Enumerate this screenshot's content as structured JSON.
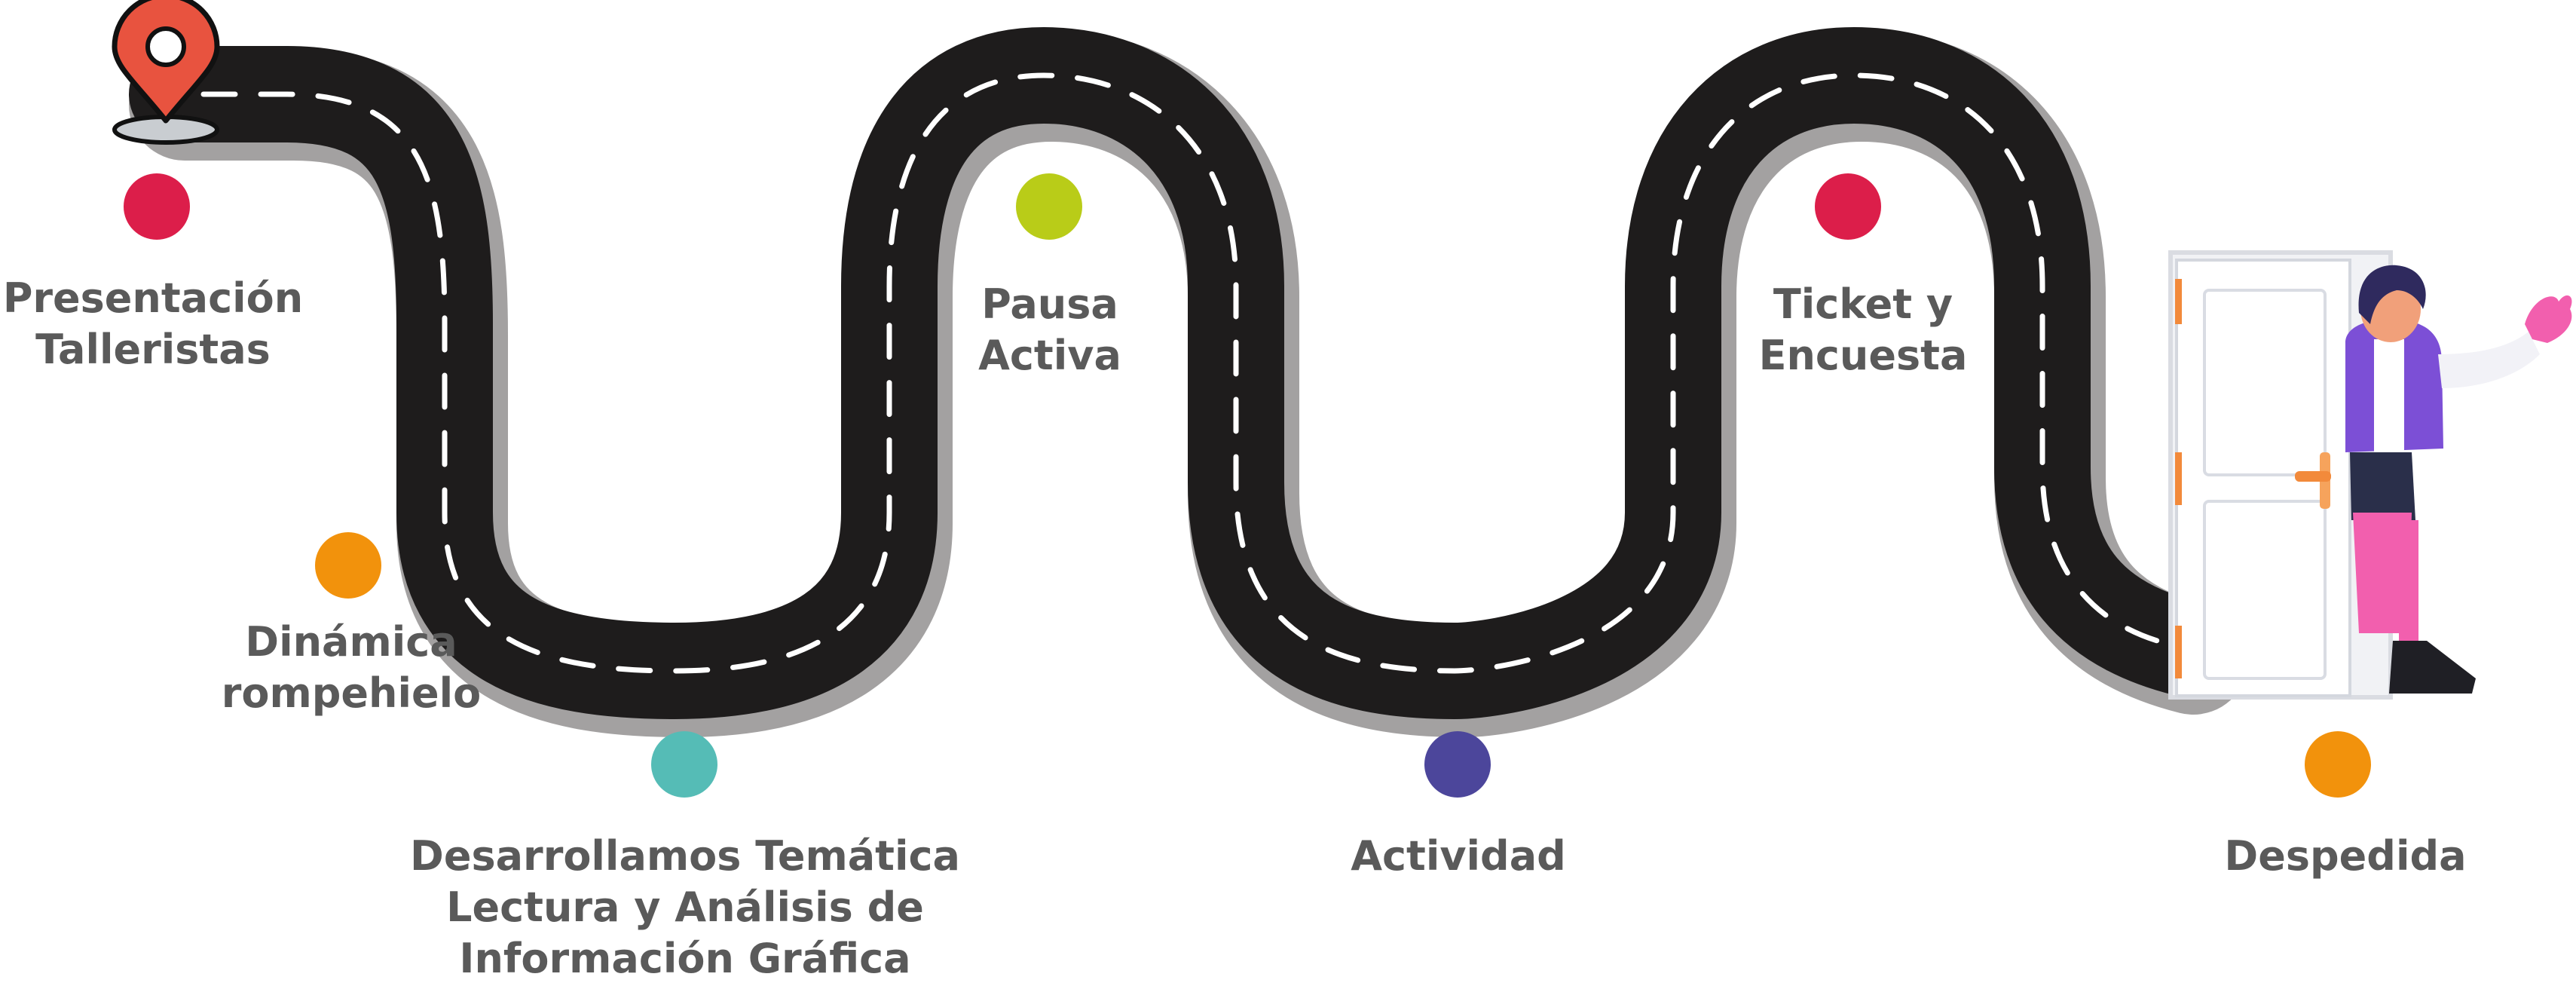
{
  "steps": [
    {
      "id": "presentacion",
      "lines": [
        "Presentación",
        "Talleristas"
      ],
      "color": "#dc1e4a"
    },
    {
      "id": "dinamica",
      "lines": [
        "Dinámica",
        "rompehielo"
      ],
      "color": "#f2920c"
    },
    {
      "id": "desarrollamos",
      "lines": [
        "Desarrollamos Temática",
        "Lectura y Análisis de",
        "Información Gráfica"
      ],
      "color": "#55bcb6"
    },
    {
      "id": "pausa",
      "lines": [
        "Pausa",
        "Activa"
      ],
      "color": "#b9cc18"
    },
    {
      "id": "actividad",
      "lines": [
        "Actividad"
      ],
      "color": "#4c469b"
    },
    {
      "id": "ticket",
      "lines": [
        "Ticket y",
        "Encuesta"
      ],
      "color": "#dc1e4a"
    },
    {
      "id": "despedida",
      "lines": [
        "Despedida"
      ],
      "color": "#f2920c"
    }
  ],
  "colors": {
    "road": "#1e1c1c",
    "road_shadow": "#a3a1a1",
    "lane_marking": "#ffffff",
    "label_text": "#5a5a5a",
    "pin": "#e8533f"
  },
  "icons": {
    "start": "map-pin-icon",
    "end": "person-at-door-illustration"
  }
}
